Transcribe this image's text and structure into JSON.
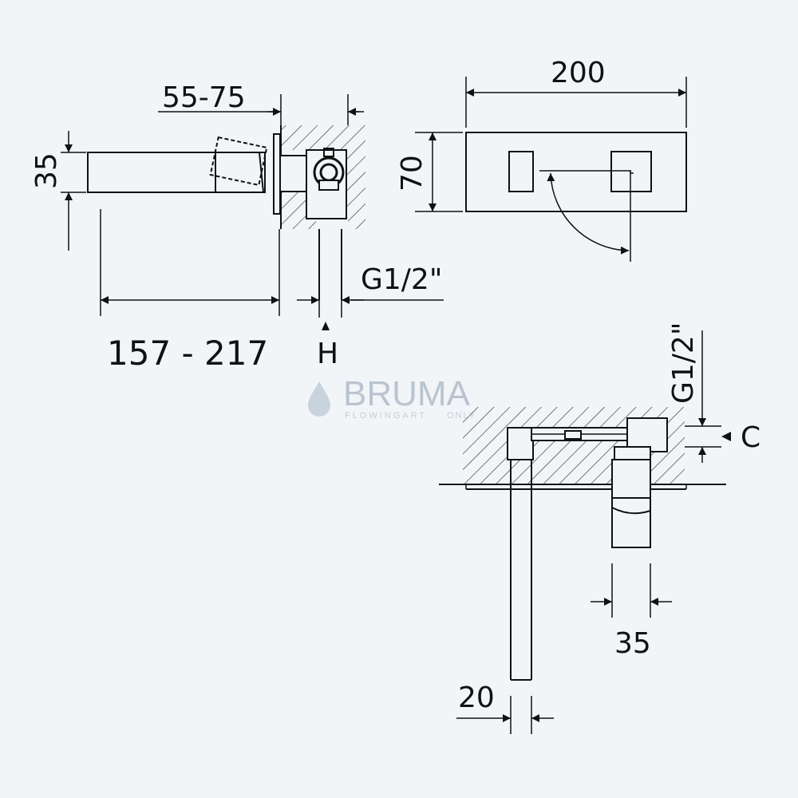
{
  "colors": {
    "background": "#f2f5f8",
    "line": "#111111",
    "watermark": "#b9c4cf"
  },
  "watermark": {
    "brand": "BRUMA",
    "tagline": "FLOWINGART",
    "tagline_suffix": "ONLY"
  },
  "side_view": {
    "dim_wall_depth": "55-75",
    "dim_spout_height": "35",
    "dim_spout_length": "157 - 217",
    "dim_inlet": "G1/2\"",
    "marker_h": "H"
  },
  "front_view": {
    "dim_plate_width": "200",
    "dim_plate_height": "70"
  },
  "top_view": {
    "dim_inlet": "G1/2\"",
    "marker_c": "C",
    "dim_handle_width": "35",
    "dim_spout_width": "20"
  }
}
